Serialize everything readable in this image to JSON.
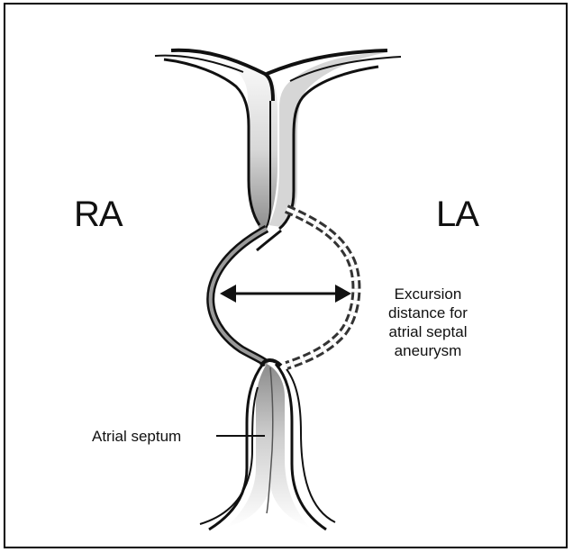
{
  "labels": {
    "ra": "RA",
    "la": "LA",
    "excursion_line1": "Excursion",
    "excursion_line2": "distance for",
    "excursion_line3": "atrial septal",
    "excursion_line4": "aneurysm",
    "septum": "Atrial septum"
  },
  "colors": {
    "ink": "#111111",
    "border": "#000000",
    "shade": "#9a9a9a",
    "background": "#ffffff"
  }
}
